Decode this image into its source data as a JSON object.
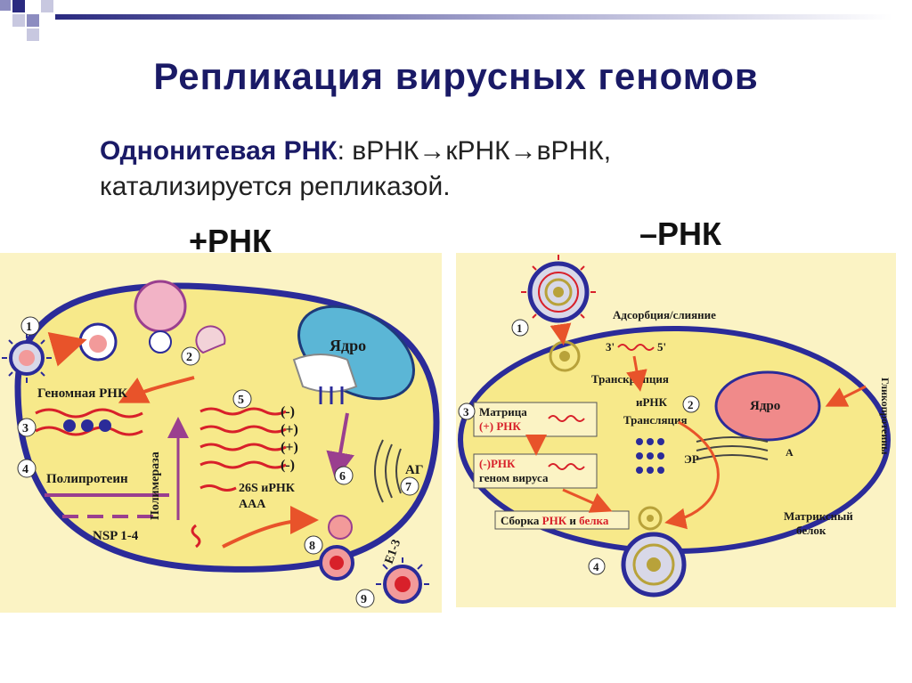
{
  "title": "Репликация вирусных геномов",
  "subtitle": {
    "type": "Однонитевая РНК",
    "sep": ":",
    "scheme": " вРНК→кРНК→вРНК,",
    "line2": "катализируется репликазой."
  },
  "left_panel": {
    "heading": "+РНК",
    "labels": {
      "genomic": "Геномная РНК",
      "polyprotein": "Полипротеин",
      "nsp": "NSP 1-4",
      "polymerase": "Полимераза",
      "nucleus": "Ядро",
      "mrna": "26S иРНК",
      "aaa": "AAA",
      "ag": "АГ",
      "e13": "E1-3",
      "pol1": "(-)",
      "pol2": "(+)",
      "pol3": "(+)",
      "pol4": "(-)"
    },
    "steps": [
      "1",
      "2",
      "3",
      "4",
      "5",
      "6",
      "7",
      "8",
      "9"
    ]
  },
  "right_panel": {
    "heading": "–РНК",
    "labels": {
      "adsorption": "Адсорбция/слияние",
      "three": "3'",
      "five": "5'",
      "transcription": "Транскрипция",
      "mrna": "иРНК",
      "translation": "Трансляция",
      "matrix": "Матрица",
      "plusrna": "(+) РНК",
      "minusrna": "(-)РНК",
      "genome": "геном вируса",
      "assembly_a": "Сборка ",
      "assembly_b": "РНК",
      "assembly_c": " и ",
      "assembly_d": "белка",
      "nucleus": "Ядро",
      "er": "ЭР",
      "ag": "А",
      "glyco": "Гликопротеины",
      "matrix_protein_1": "Матриксный",
      "matrix_protein_2": "белок"
    },
    "steps": [
      "1",
      "2",
      "3",
      "4"
    ]
  },
  "colors": {
    "title": "#1a1a66",
    "cytoplasm": "#f7e98a",
    "membrane": "#2b2b99",
    "nucleus": "#5bb6d6",
    "nucleus_right": "#f08a8a",
    "rna": "#d8202a",
    "arrow": "#e8532a",
    "panel_bg": "#fbf3c4"
  }
}
